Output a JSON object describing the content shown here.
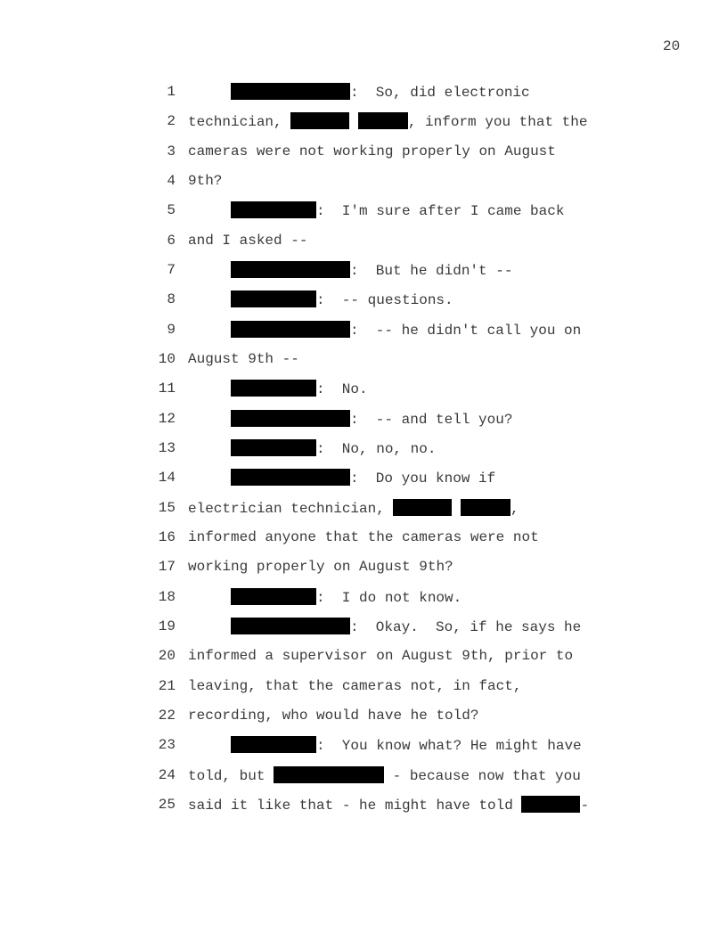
{
  "page_number": "20",
  "lines": [
    {
      "n": "1",
      "parts": [
        ":  So, did electronic"
      ]
    },
    {
      "n": "2",
      "parts": [
        "technician, ",
        " ",
        ", inform you that the"
      ]
    },
    {
      "n": "3",
      "parts": [
        "cameras were not working properly on August"
      ]
    },
    {
      "n": "4",
      "parts": [
        "9th?"
      ]
    },
    {
      "n": "5",
      "parts": [
        ":  I'm sure after I came back"
      ]
    },
    {
      "n": "6",
      "parts": [
        "and I asked --"
      ]
    },
    {
      "n": "7",
      "parts": [
        ":  But he didn't --"
      ]
    },
    {
      "n": "8",
      "parts": [
        ":  -- questions."
      ]
    },
    {
      "n": "9",
      "parts": [
        ":  -- he didn't call you on"
      ]
    },
    {
      "n": "10",
      "parts": [
        "August 9th --"
      ]
    },
    {
      "n": "11",
      "parts": [
        ":  No."
      ]
    },
    {
      "n": "12",
      "parts": [
        ":  -- and tell you?"
      ]
    },
    {
      "n": "13",
      "parts": [
        ":  No, no, no."
      ]
    },
    {
      "n": "14",
      "parts": [
        ":  Do you know if"
      ]
    },
    {
      "n": "15",
      "parts": [
        "electrician technician, ",
        " ",
        ","
      ]
    },
    {
      "n": "16",
      "parts": [
        "informed anyone that the cameras were not"
      ]
    },
    {
      "n": "17",
      "parts": [
        "working properly on August 9th?"
      ]
    },
    {
      "n": "18",
      "parts": [
        ":  I do not know."
      ]
    },
    {
      "n": "19",
      "parts": [
        ":  Okay.  So, if he says he"
      ]
    },
    {
      "n": "20",
      "parts": [
        "informed a supervisor on August 9th, prior to"
      ]
    },
    {
      "n": "21",
      "parts": [
        "leaving, that the cameras not, in fact,"
      ]
    },
    {
      "n": "22",
      "parts": [
        "recording, who would have he told?"
      ]
    },
    {
      "n": "23",
      "parts": [
        ":  You know what? He might have"
      ]
    },
    {
      "n": "24",
      "parts": [
        "told, but ",
        " - because now that you"
      ]
    },
    {
      "n": "25",
      "parts": [
        "said it like that - he might have told ",
        "-"
      ]
    }
  ]
}
